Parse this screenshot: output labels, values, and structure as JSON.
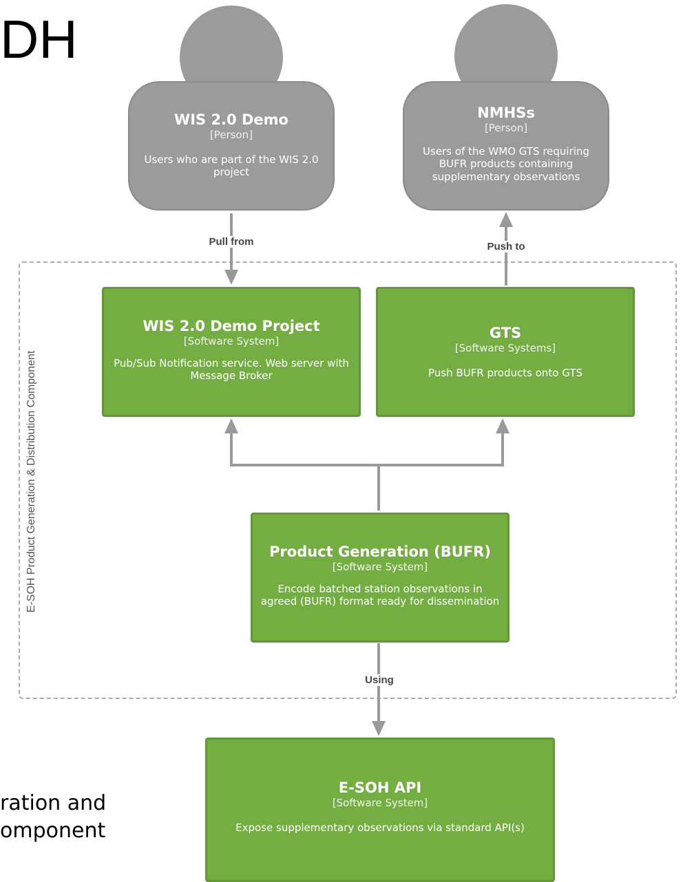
{
  "slide": {
    "title_fragment": "DH",
    "text_line1": "ration and",
    "text_line2": "omponent"
  },
  "colors": {
    "person": "#9b9b9b",
    "system": "#74ad42",
    "arrow": "#999999",
    "boundary": "#aaaaaa"
  },
  "boundary": {
    "label": "E-SOH Product Generation & Distribution Component"
  },
  "people": {
    "wis": {
      "name": "WIS 2.0 Demo",
      "type": "[Person]",
      "desc": "Users who are part of the WIS 2.0 project"
    },
    "nmhs": {
      "name": "NMHSs",
      "type": "[Person]",
      "desc": "Users of the WMO GTS requiring BUFR products containing supplementary observations"
    }
  },
  "systems": {
    "wis_project": {
      "name": "WIS 2.0 Demo Project",
      "type": "[Software System]",
      "desc": "Pub/Sub Notification service. Web server with Message Broker"
    },
    "gts": {
      "name": "GTS",
      "type": "[Software Systems]",
      "desc": "Push BUFR products onto GTS"
    },
    "product_gen": {
      "name": "Product Generation (BUFR)",
      "type": "[Software System]",
      "desc": "Encode batched station observations in agreed (BUFR) format ready for dissemination"
    },
    "api": {
      "name": "E-SOH API",
      "type": "[Software System]",
      "desc": "Expose supplementary observations via standard API(s)"
    }
  },
  "relations": {
    "pull_from": "Pull from",
    "push_to": "Push to",
    "using": "Using"
  }
}
